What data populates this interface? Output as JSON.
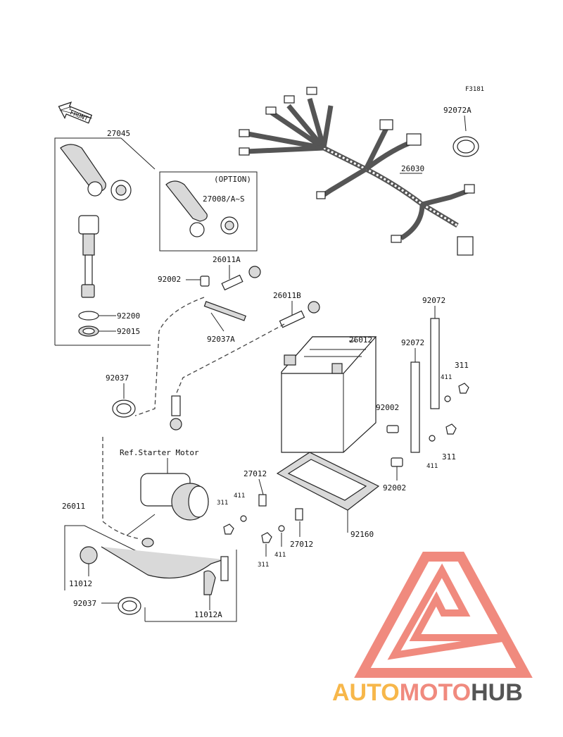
{
  "figure_id": "F3181",
  "front_label": "FRONT",
  "option_label": "(OPTION)",
  "ref_label": "Ref.Starter Motor",
  "watermark": {
    "part1": "AUTO",
    "part2": "MOTO",
    "part3": "HUB",
    "color1": "#f7b74a",
    "color2": "#f08a7e",
    "color3": "#555555"
  },
  "colors": {
    "line": "#222222",
    "watermark_triangle": "#f08a7e"
  },
  "parts": {
    "p27045": "27045",
    "p27008": "27008/A~S",
    "p92200": "92200",
    "p92015": "92015",
    "p92002a": "92002",
    "p26011a": "26011A",
    "p92037a": "92037A",
    "p26011b": "26011B",
    "p26012": "26012",
    "p92072": "92072",
    "p92072b": "92072",
    "p311a": "311",
    "p411a": "411",
    "p92002b": "92002",
    "p411b": "411",
    "p311b": "311",
    "p92002c": "92002",
    "p92037": "92037",
    "p27012a": "27012",
    "p411c": "411",
    "p311c": "311",
    "p26011": "26011",
    "p11012": "11012",
    "p92037b": "92037",
    "p11012a": "11012A",
    "p27012b": "27012",
    "p311d": "311",
    "p411d": "411",
    "p92160": "92160",
    "p92072a": "92072A",
    "p26030": "26030"
  }
}
